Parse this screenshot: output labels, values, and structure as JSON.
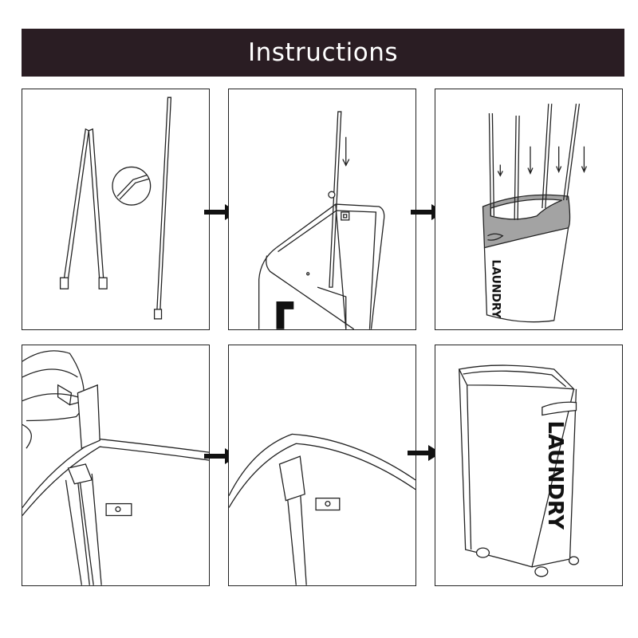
{
  "header": {
    "title": "Instructions"
  },
  "panels": {
    "step3": {
      "label": "LAUNDRY"
    },
    "step6": {
      "label": "LAUNDRY"
    }
  },
  "colors": {
    "header_bg": "#2a1d23",
    "header_text": "#ffffff",
    "line": "#222222",
    "band": "#a3a3a3"
  },
  "icons": [
    "arrow-right-icon"
  ]
}
